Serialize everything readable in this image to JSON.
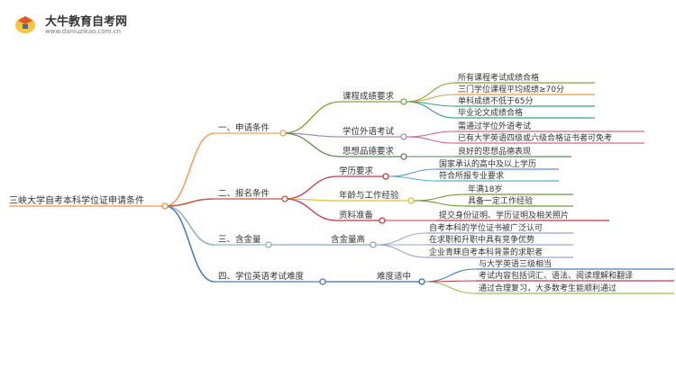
{
  "header": {
    "brand_name": "大牛教育自考网",
    "brand_url": "www.daniuzikao.com.cn"
  },
  "root": {
    "label": "三峡大学自考本科学位证申请条件"
  },
  "branches": [
    {
      "id": "b1",
      "label": "一、申请条件",
      "color": "#f0a062",
      "subs": [
        {
          "id": "b1s1",
          "label": "课程成绩要求",
          "color": "#7aa63a",
          "leaves": [
            {
              "label": "所有课程考试成绩合格",
              "color": "#7aa63a"
            },
            {
              "label": "三门学位课程平均成绩≥70分",
              "color": "#e89a3c"
            },
            {
              "label": "单科成绩不低于65分",
              "color": "#3aa37a"
            },
            {
              "label": "毕业论文成绩合格",
              "color": "#3aa37a"
            }
          ]
        },
        {
          "id": "b1s2",
          "label": "学位外语考试",
          "color": "#a88bc6",
          "leaves": [
            {
              "label": "需通过学位外语考试",
              "color": "#c96b8e"
            },
            {
              "label": "已有大学英语四级或六级合格证书者可免考",
              "color": "#c96b8e"
            }
          ]
        },
        {
          "id": "b1s3",
          "label": "思想品德要求",
          "color": "#5a8a5a",
          "leaves": [
            {
              "label": "良好的思想品德表现",
              "color": "#5a8a5a"
            }
          ]
        }
      ]
    },
    {
      "id": "b2",
      "label": "二、报名条件",
      "color": "#c8563c",
      "subs": [
        {
          "id": "b2s1",
          "label": "学历要求",
          "color": "#c8384a",
          "leaves": [
            {
              "label": "国家承认的高中及以上学历",
              "color": "#5a8fd0"
            },
            {
              "label": "符合所报专业要求",
              "color": "#4fb3c8"
            }
          ]
        },
        {
          "id": "b2s2",
          "label": "年龄与工作经验",
          "color": "#e0c238",
          "leaves": [
            {
              "label": "年满18岁",
              "color": "#6e9a38"
            },
            {
              "label": "具备一定工作经验",
              "color": "#6e9a38"
            }
          ]
        },
        {
          "id": "b2s3",
          "label": "资料准备",
          "color": "#c8384a",
          "leaves": [
            {
              "label": "提交身份证明、学历证明及相关照片",
              "color": "#c8384a"
            }
          ]
        }
      ]
    },
    {
      "id": "b3",
      "label": "三、含金量",
      "color": "#8db3c8",
      "subs": [
        {
          "id": "b3s1",
          "label": "含金量高",
          "color": "#8fa4c4",
          "leaves": [
            {
              "label": "自考本科的学位证书被广泛认可",
              "color": "#9aa4d0"
            },
            {
              "label": "在求职和升职中具有竞争优势",
              "color": "#9aa4d0"
            },
            {
              "label": "企业青睐自考本科背景的求职者",
              "color": "#9aa4d0"
            }
          ]
        }
      ]
    },
    {
      "id": "b4",
      "label": "四、学位英语考试难度",
      "color": "#4a7fb5",
      "subs": [
        {
          "id": "b4s1",
          "label": "难度适中",
          "color": "#3a6ea5",
          "leaves": [
            {
              "label": "与大学英语三级相当",
              "color": "#4a7fb5"
            },
            {
              "label": "考试内容包括词汇、语法、阅读理解和翻译",
              "color": "#c8384a"
            },
            {
              "label": "通过合理复习，大多数考生能顺利通过",
              "color": "#8bc34a"
            }
          ]
        }
      ]
    }
  ],
  "colors": {
    "root": "#e89a3c",
    "logo": "#f0b030"
  }
}
